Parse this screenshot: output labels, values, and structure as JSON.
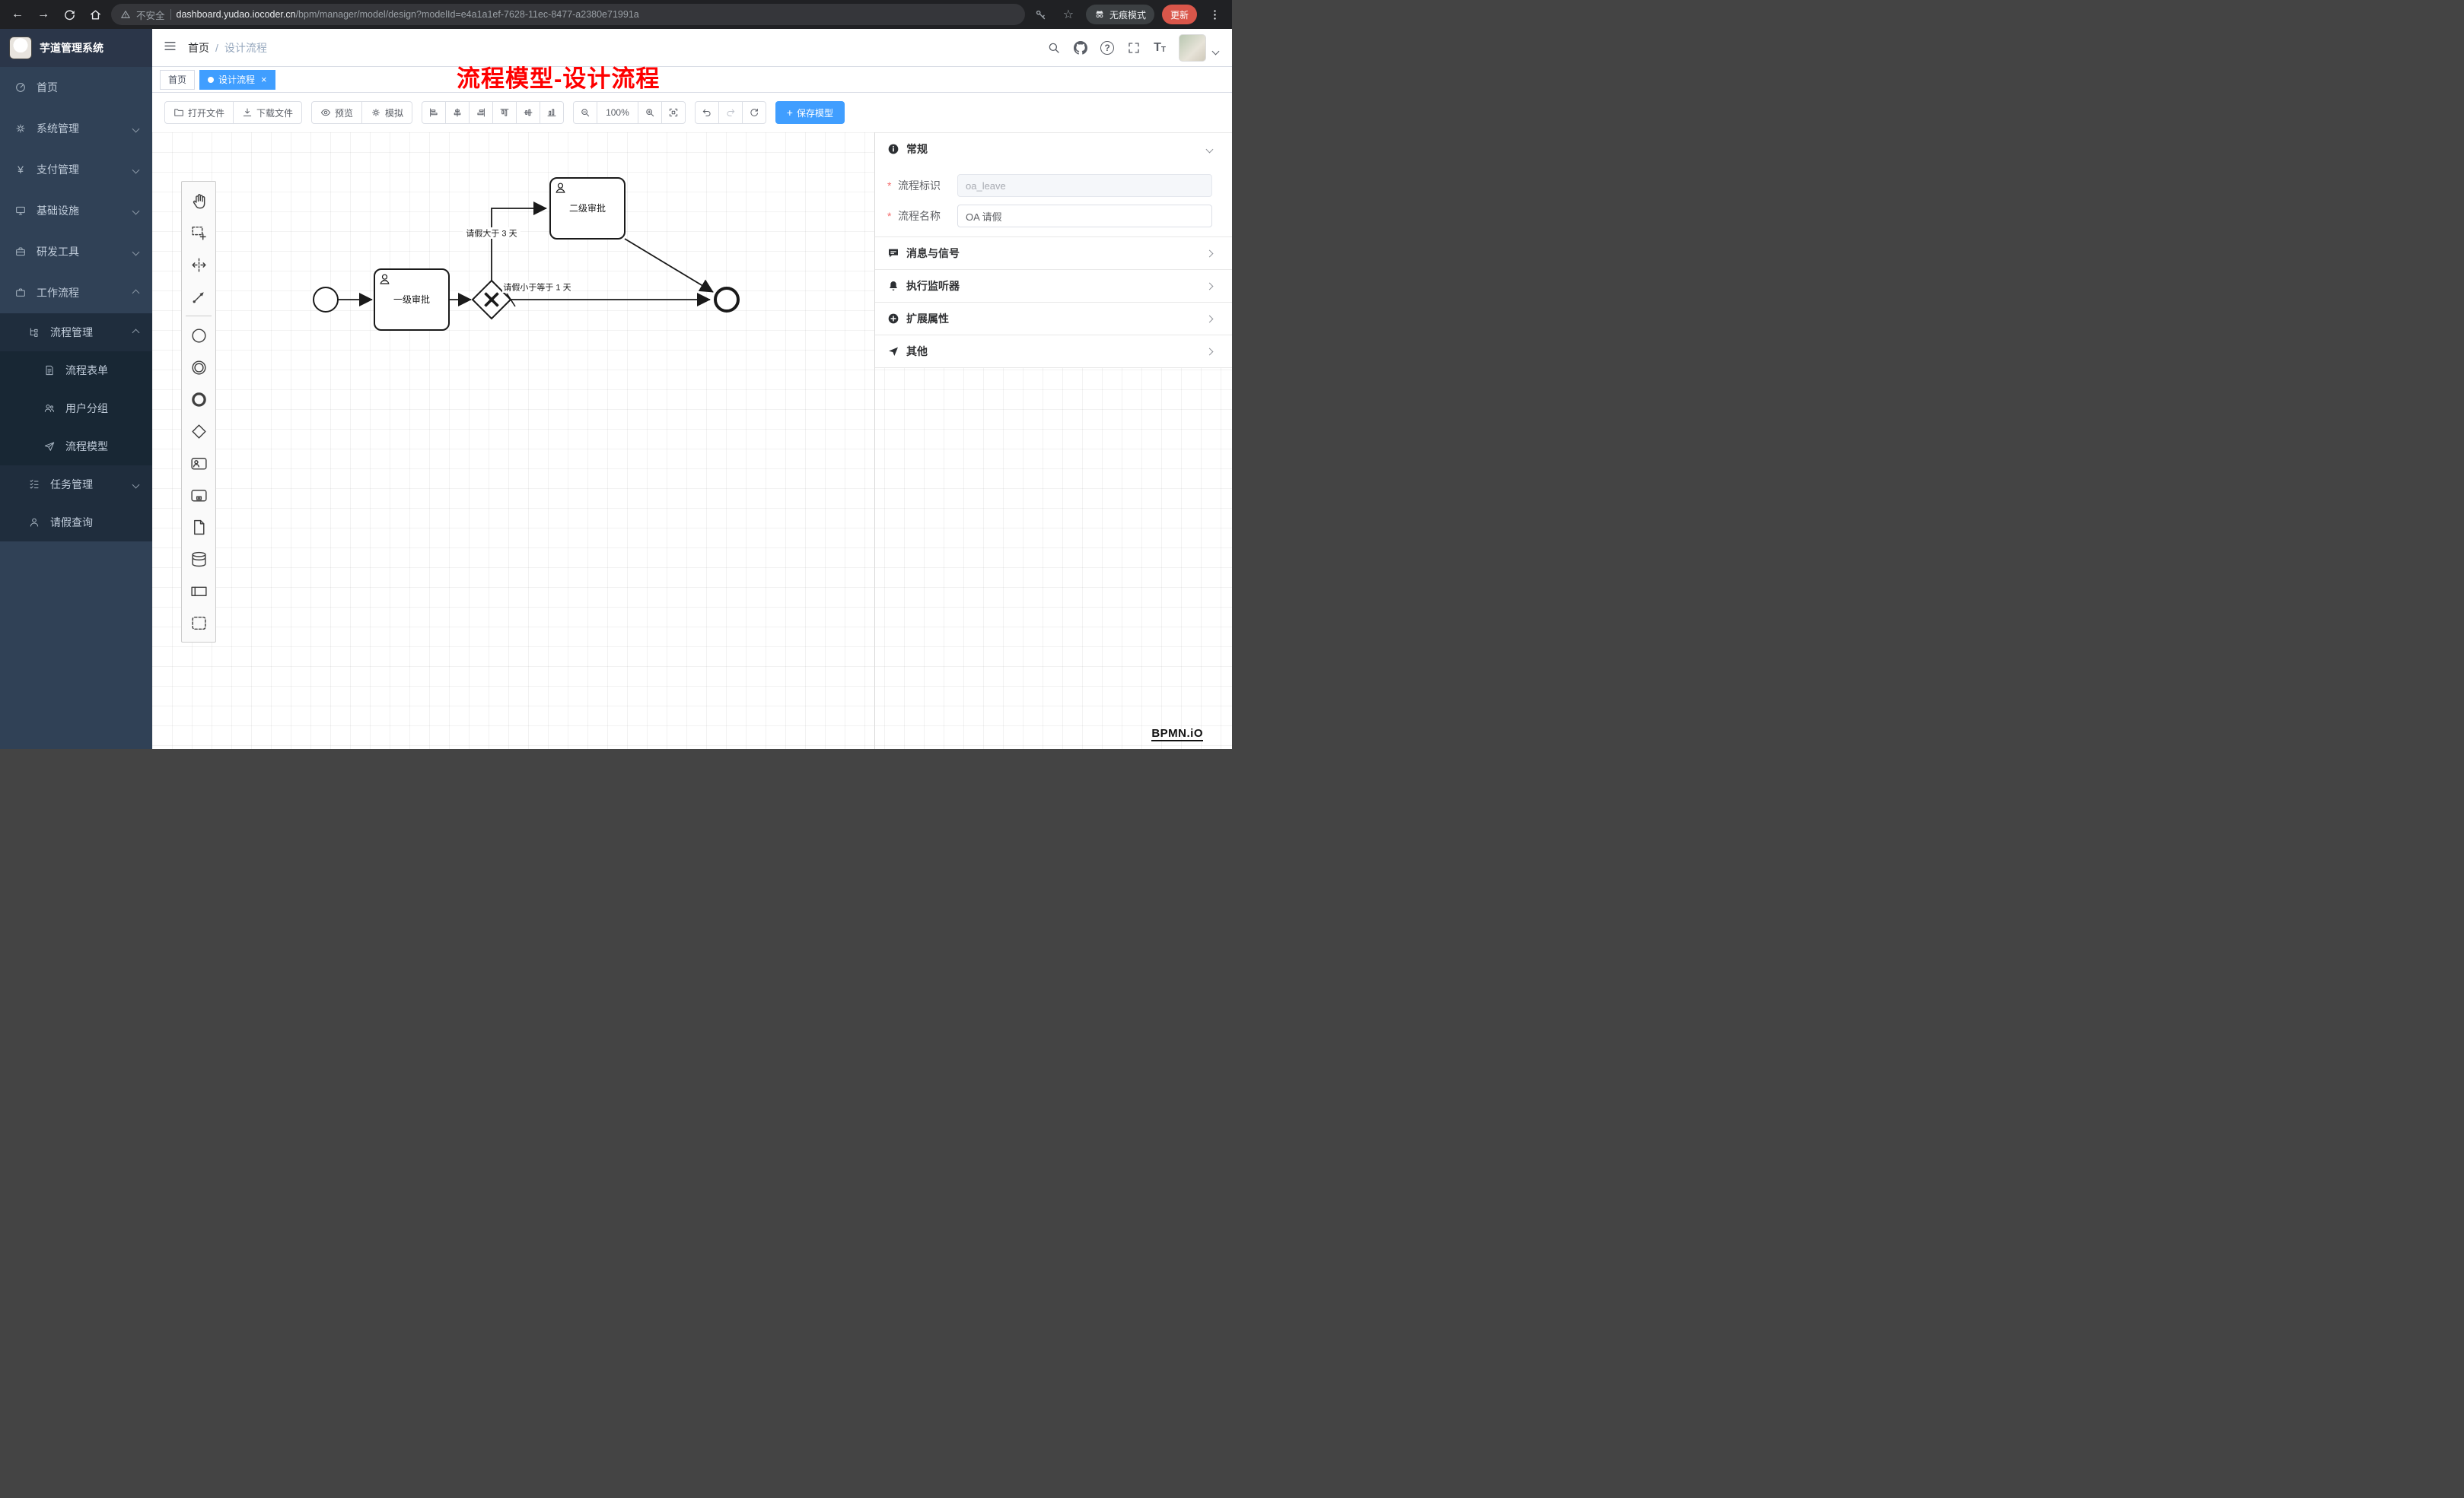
{
  "browser": {
    "security_label": "不安全",
    "url_domain": "dashboard.yudao.iocoder.cn",
    "url_path": "/bpm/manager/model/design?modelId=e4a1a1ef-7628-11ec-8477-a2380e71991a",
    "incognito_label": "无痕模式",
    "update_label": "更新"
  },
  "icons": {
    "back": "←",
    "forward": "→",
    "star": "☆",
    "yen": "¥",
    "question": "?",
    "close": "×",
    "plus": "+",
    "font_large": "T",
    "font_small": "T"
  },
  "sidebar": {
    "title": "芋道管理系统",
    "items": [
      {
        "label": "首页"
      },
      {
        "label": "系统管理"
      },
      {
        "label": "支付管理"
      },
      {
        "label": "基础设施"
      },
      {
        "label": "研发工具"
      },
      {
        "label": "工作流程"
      }
    ],
    "workflow_children": [
      {
        "label": "流程管理"
      },
      {
        "label": "任务管理"
      },
      {
        "label": "请假查询"
      }
    ],
    "process_children": [
      {
        "label": "流程表单"
      },
      {
        "label": "用户分组"
      },
      {
        "label": "流程模型"
      }
    ]
  },
  "navbar": {
    "breadcrumb": [
      "首页",
      "设计流程"
    ],
    "separator": "/"
  },
  "tabs": [
    {
      "label": "首页"
    },
    {
      "label": "设计流程"
    }
  ],
  "annotation": "流程模型-设计流程",
  "toolbar": {
    "open": "打开文件",
    "download": "下载文件",
    "preview": "预览",
    "simulate": "模拟",
    "zoom_level": "100%",
    "save": "保存模型"
  },
  "diagram": {
    "task1": "一级审批",
    "task2": "二级审批",
    "label_gt": "请假大于 3 天",
    "label_lte": "请假小于等于 1 天"
  },
  "panel": {
    "required_mark": "*",
    "general_title": "常规",
    "field1_label": "流程标识",
    "field1_value": "oa_leave",
    "field2_label": "流程名称",
    "field2_value": "OA 请假",
    "sections": [
      {
        "title": "消息与信号"
      },
      {
        "title": "执行监听器"
      },
      {
        "title": "扩展属性"
      },
      {
        "title": "其他"
      }
    ]
  },
  "watermark": "BPMN.iO"
}
